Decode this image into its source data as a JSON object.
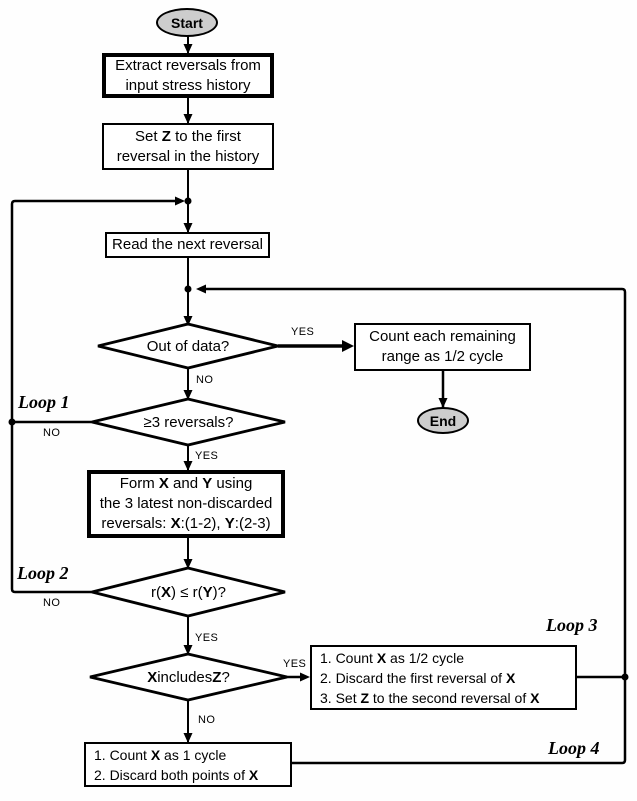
{
  "flowchart": {
    "colors": {
      "line": "#000000",
      "terminal_fill": "#cdcdcd",
      "box_fill": "#ffffff",
      "background": "#fefefe"
    },
    "terminals": {
      "start": "Start",
      "end": "End"
    },
    "branch_labels": {
      "yes": "YES",
      "no": "NO"
    },
    "loop_labels": {
      "loop1": "Loop 1",
      "loop2": "Loop 2",
      "loop3": "Loop 3",
      "loop4": "Loop 4"
    },
    "boxes": {
      "extract": {
        "lines": [
          [
            {
              "t": "Extract reversals from"
            }
          ],
          [
            {
              "t": "input stress history"
            }
          ]
        ]
      },
      "set_z": {
        "lines": [
          [
            {
              "t": "Set "
            },
            {
              "t": "Z",
              "b": true
            },
            {
              "t": " to the first"
            }
          ],
          [
            {
              "t": "reversal in the history"
            }
          ]
        ]
      },
      "read_next": {
        "lines": [
          [
            {
              "t": "Read the next reversal"
            }
          ]
        ]
      },
      "count_remaining": {
        "lines": [
          [
            {
              "t": "Count each remaining"
            }
          ],
          [
            {
              "t": "range as 1/2 cycle"
            }
          ]
        ]
      },
      "form_xy": {
        "lines": [
          [
            {
              "t": "Form "
            },
            {
              "t": "X",
              "b": true
            },
            {
              "t": " and "
            },
            {
              "t": "Y",
              "b": true
            },
            {
              "t": " using"
            }
          ],
          [
            {
              "t": "the 3 latest non-discarded"
            }
          ],
          [
            {
              "t": "reversals: "
            },
            {
              "t": "X",
              "b": true
            },
            {
              "t": ":(1-2), "
            },
            {
              "t": "Y",
              "b": true
            },
            {
              "t": ":(2-3)"
            }
          ]
        ]
      },
      "count_half": {
        "lines": [
          [
            {
              "t": "1. Count "
            },
            {
              "t": "X",
              "b": true
            },
            {
              "t": " as 1/2 cycle"
            }
          ],
          [
            {
              "t": "2. Discard the first reversal of "
            },
            {
              "t": "X",
              "b": true
            }
          ],
          [
            {
              "t": "3. Set "
            },
            {
              "t": "Z",
              "b": true
            },
            {
              "t": " to the second reversal of "
            },
            {
              "t": "X",
              "b": true
            }
          ]
        ]
      },
      "count_one": {
        "lines": [
          [
            {
              "t": "1. Count "
            },
            {
              "t": "X",
              "b": true
            },
            {
              "t": " as 1 cycle"
            }
          ],
          [
            {
              "t": "2. Discard both points of "
            },
            {
              "t": "X",
              "b": true
            }
          ]
        ]
      }
    },
    "decisions": {
      "out_of_data": {
        "segments": [
          {
            "t": "Out of data?"
          }
        ]
      },
      "ge3_reversals": {
        "segments": [
          {
            "t": "≥3 reversals?"
          }
        ]
      },
      "rx_le_ry": {
        "segments": [
          {
            "t": "r("
          },
          {
            "t": "X",
            "b": true
          },
          {
            "t": ") ≤ r("
          },
          {
            "t": "Y",
            "b": true
          },
          {
            "t": ")?"
          }
        ]
      },
      "x_includes_z": {
        "segments": [
          {
            "t": "X",
            "b": true
          },
          {
            "t": " includes "
          },
          {
            "t": "Z",
            "b": true
          },
          {
            "t": "?"
          }
        ]
      }
    }
  }
}
